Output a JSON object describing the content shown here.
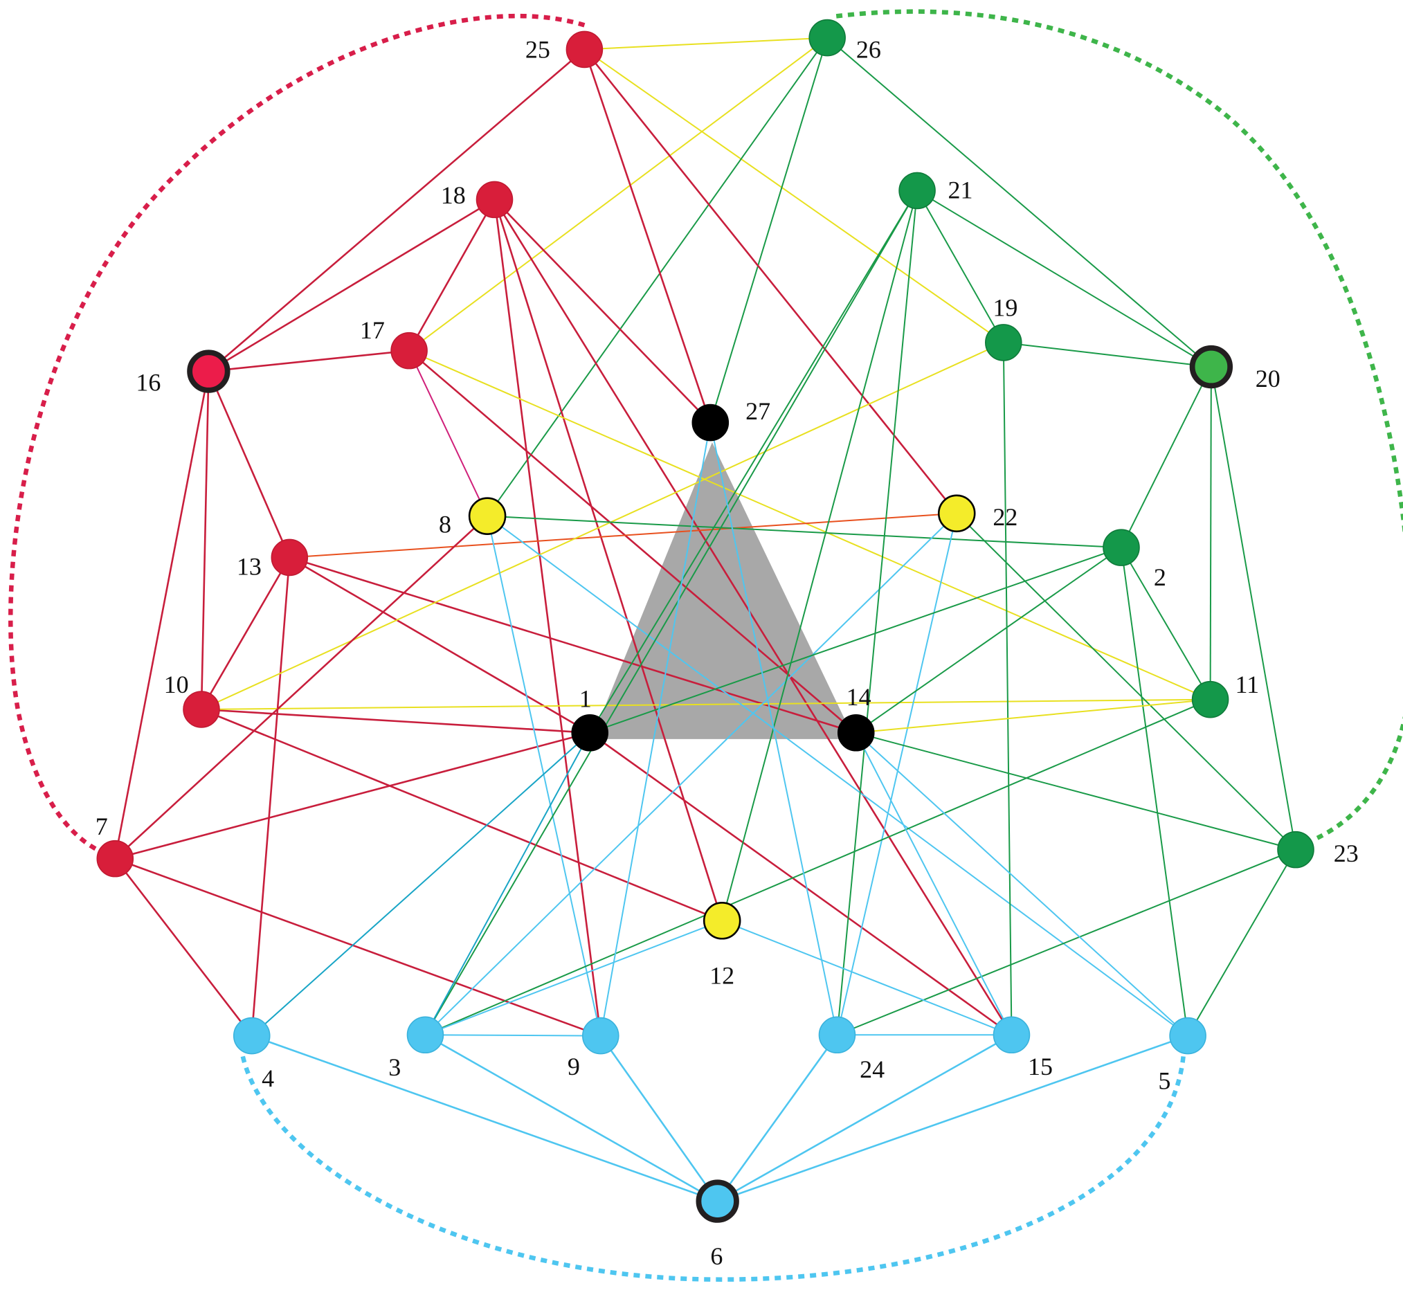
{
  "colors": {
    "red": "#d81e3a",
    "red_hub": "#ec1c4a",
    "green": "#14984a",
    "green_hub": "#3eb54a",
    "cyan": "#4ec6f0",
    "yellow": "#f4ec2a",
    "black": "#000000",
    "triangle": "#a8a8a8",
    "hub_ring": "#231f20",
    "edge_yellow": "#e8e020",
    "edge_green": "#199a48",
    "edge_red": "#c81e3c",
    "edge_cyan": "#4ec6f0",
    "edge_orange": "#e8501e",
    "edge_magenta": "#d0207a",
    "edge_teal": "#19a5c6",
    "dotted_red": "#d81e4a",
    "dotted_green": "#3eb54a",
    "dotted_cyan": "#4ec6f0"
  },
  "nodes": [
    {
      "id": "1",
      "label": "1",
      "group": "black",
      "hub": false
    },
    {
      "id": "2",
      "label": "2",
      "group": "green",
      "hub": false
    },
    {
      "id": "3",
      "label": "3",
      "group": "cyan",
      "hub": false
    },
    {
      "id": "4",
      "label": "4",
      "group": "cyan",
      "hub": false
    },
    {
      "id": "5",
      "label": "5",
      "group": "cyan",
      "hub": false
    },
    {
      "id": "6",
      "label": "6",
      "group": "cyan",
      "hub": true
    },
    {
      "id": "7",
      "label": "7",
      "group": "red",
      "hub": false
    },
    {
      "id": "8",
      "label": "8",
      "group": "yellow",
      "hub": false
    },
    {
      "id": "9",
      "label": "9",
      "group": "cyan",
      "hub": false
    },
    {
      "id": "10",
      "label": "10",
      "group": "red",
      "hub": false
    },
    {
      "id": "11",
      "label": "11",
      "group": "green",
      "hub": false
    },
    {
      "id": "12",
      "label": "12",
      "group": "yellow",
      "hub": false
    },
    {
      "id": "13",
      "label": "13",
      "group": "red",
      "hub": false
    },
    {
      "id": "14",
      "label": "14",
      "group": "black",
      "hub": false
    },
    {
      "id": "15",
      "label": "15",
      "group": "cyan",
      "hub": false
    },
    {
      "id": "16",
      "label": "16",
      "group": "red",
      "hub": true
    },
    {
      "id": "17",
      "label": "17",
      "group": "red",
      "hub": false
    },
    {
      "id": "18",
      "label": "18",
      "group": "red",
      "hub": false
    },
    {
      "id": "19",
      "label": "19",
      "group": "green",
      "hub": false
    },
    {
      "id": "20",
      "label": "20",
      "group": "green",
      "hub": true
    },
    {
      "id": "21",
      "label": "21",
      "group": "green",
      "hub": false
    },
    {
      "id": "22",
      "label": "22",
      "group": "yellow",
      "hub": false
    },
    {
      "id": "23",
      "label": "23",
      "group": "green",
      "hub": false
    },
    {
      "id": "24",
      "label": "24",
      "group": "cyan",
      "hub": false
    },
    {
      "id": "25",
      "label": "25",
      "group": "red",
      "hub": false
    },
    {
      "id": "26",
      "label": "26",
      "group": "green",
      "hub": false
    },
    {
      "id": "27",
      "label": "27",
      "group": "black",
      "hub": false
    }
  ],
  "triangle": [
    "27",
    "1",
    "14"
  ],
  "edges": [
    {
      "from": "25",
      "to": "26",
      "color": "yellow"
    },
    {
      "from": "25",
      "to": "19",
      "color": "yellow"
    },
    {
      "from": "26",
      "to": "17",
      "color": "yellow"
    },
    {
      "from": "26",
      "to": "8",
      "color": "green"
    },
    {
      "from": "26",
      "to": "27",
      "color": "green"
    },
    {
      "from": "26",
      "to": "20",
      "color": "green"
    },
    {
      "from": "25",
      "to": "16",
      "color": "red"
    },
    {
      "from": "25",
      "to": "27",
      "color": "red"
    },
    {
      "from": "25",
      "to": "22",
      "color": "red"
    },
    {
      "from": "18",
      "to": "16",
      "color": "red"
    },
    {
      "from": "18",
      "to": "17",
      "color": "red"
    },
    {
      "from": "18",
      "to": "27",
      "color": "red"
    },
    {
      "from": "18",
      "to": "9",
      "color": "red"
    },
    {
      "from": "18",
      "to": "12",
      "color": "red"
    },
    {
      "from": "18",
      "to": "15",
      "color": "red"
    },
    {
      "from": "16",
      "to": "17",
      "color": "red"
    },
    {
      "from": "16",
      "to": "13",
      "color": "red"
    },
    {
      "from": "16",
      "to": "10",
      "color": "red"
    },
    {
      "from": "16",
      "to": "7",
      "color": "red"
    },
    {
      "from": "17",
      "to": "8",
      "color": "magenta"
    },
    {
      "from": "17",
      "to": "14",
      "color": "red"
    },
    {
      "from": "17",
      "to": "11",
      "color": "yellow"
    },
    {
      "from": "13",
      "to": "10",
      "color": "red"
    },
    {
      "from": "13",
      "to": "4",
      "color": "red"
    },
    {
      "from": "13",
      "to": "14",
      "color": "red"
    },
    {
      "from": "13",
      "to": "1",
      "color": "red"
    },
    {
      "from": "13",
      "to": "22",
      "color": "orange"
    },
    {
      "from": "10",
      "to": "1",
      "color": "red"
    },
    {
      "from": "10",
      "to": "12",
      "color": "red"
    },
    {
      "from": "10",
      "to": "11",
      "color": "yellow"
    },
    {
      "from": "10",
      "to": "19",
      "color": "yellow"
    },
    {
      "from": "7",
      "to": "8",
      "color": "red"
    },
    {
      "from": "7",
      "to": "1",
      "color": "red"
    },
    {
      "from": "7",
      "to": "9",
      "color": "red"
    },
    {
      "from": "7",
      "to": "4",
      "color": "red"
    },
    {
      "from": "1",
      "to": "15",
      "color": "red"
    },
    {
      "from": "8",
      "to": "2",
      "color": "green"
    },
    {
      "from": "8",
      "to": "9",
      "color": "cyan"
    },
    {
      "from": "8",
      "to": "5",
      "color": "cyan"
    },
    {
      "from": "22",
      "to": "23",
      "color": "green"
    },
    {
      "from": "22",
      "to": "24",
      "color": "cyan"
    },
    {
      "from": "22",
      "to": "3",
      "color": "cyan"
    },
    {
      "from": "21",
      "to": "1",
      "color": "green"
    },
    {
      "from": "21",
      "to": "19",
      "color": "green"
    },
    {
      "from": "21",
      "to": "20",
      "color": "green"
    },
    {
      "from": "21",
      "to": "24",
      "color": "green"
    },
    {
      "from": "21",
      "to": "3",
      "color": "green"
    },
    {
      "from": "21",
      "to": "12",
      "color": "green"
    },
    {
      "from": "19",
      "to": "20",
      "color": "green"
    },
    {
      "from": "19",
      "to": "15",
      "color": "green"
    },
    {
      "from": "20",
      "to": "2",
      "color": "green"
    },
    {
      "from": "20",
      "to": "11",
      "color": "green"
    },
    {
      "from": "20",
      "to": "23",
      "color": "green"
    },
    {
      "from": "2",
      "to": "1",
      "color": "green"
    },
    {
      "from": "2",
      "to": "14",
      "color": "green"
    },
    {
      "from": "2",
      "to": "11",
      "color": "green"
    },
    {
      "from": "2",
      "to": "5",
      "color": "green"
    },
    {
      "from": "11",
      "to": "14",
      "color": "yellow"
    },
    {
      "from": "11",
      "to": "3",
      "color": "green"
    },
    {
      "from": "23",
      "to": "14",
      "color": "green"
    },
    {
      "from": "23",
      "to": "24",
      "color": "green"
    },
    {
      "from": "23",
      "to": "5",
      "color": "green"
    },
    {
      "from": "27",
      "to": "9",
      "color": "cyan"
    },
    {
      "from": "27",
      "to": "24",
      "color": "cyan"
    },
    {
      "from": "1",
      "to": "4",
      "color": "teal"
    },
    {
      "from": "1",
      "to": "3",
      "color": "teal"
    },
    {
      "from": "14",
      "to": "15",
      "color": "cyan"
    },
    {
      "from": "14",
      "to": "5",
      "color": "cyan"
    },
    {
      "from": "12",
      "to": "3",
      "color": "cyan"
    },
    {
      "from": "12",
      "to": "15",
      "color": "cyan"
    },
    {
      "from": "3",
      "to": "9",
      "color": "cyan"
    },
    {
      "from": "24",
      "to": "15",
      "color": "cyan"
    },
    {
      "from": "4",
      "to": "6",
      "color": "cyan"
    },
    {
      "from": "3",
      "to": "6",
      "color": "cyan"
    },
    {
      "from": "9",
      "to": "6",
      "color": "cyan"
    },
    {
      "from": "24",
      "to": "6",
      "color": "cyan"
    },
    {
      "from": "15",
      "to": "6",
      "color": "cyan"
    },
    {
      "from": "5",
      "to": "6",
      "color": "cyan"
    }
  ],
  "dotted_arcs": [
    {
      "name": "dotted-arc-red",
      "from": "25",
      "to": "7",
      "color": "dotted_red"
    },
    {
      "name": "dotted-arc-green",
      "from": "26",
      "to": "23",
      "color": "dotted_green"
    },
    {
      "name": "dotted-arc-cyan",
      "from": "4",
      "to": "5",
      "color": "dotted_cyan"
    }
  ]
}
